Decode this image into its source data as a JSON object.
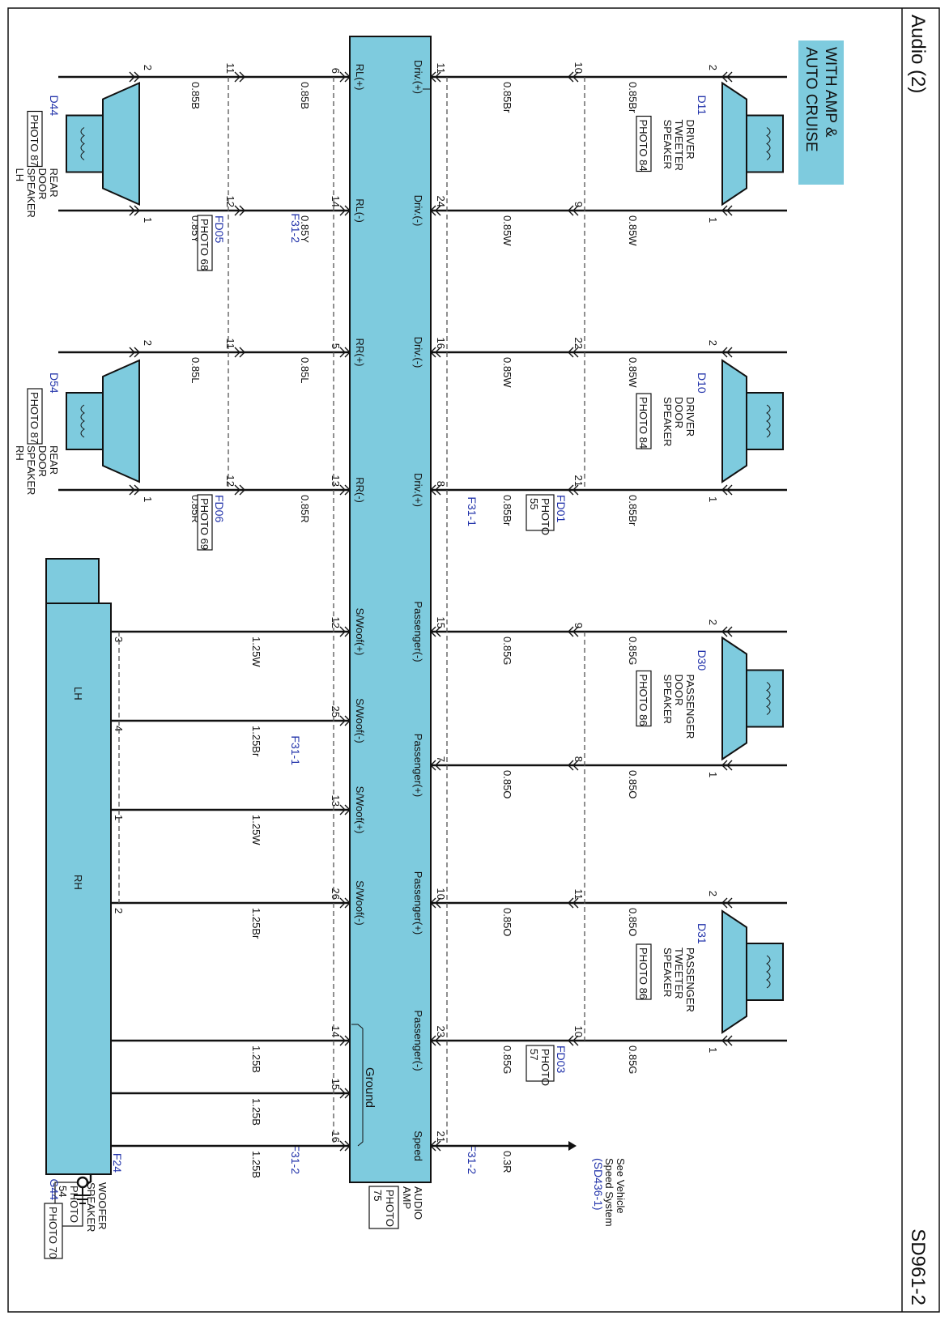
{
  "header": {
    "title": "Audio (2)",
    "code": "SD961-2"
  },
  "badge": {
    "line1": "WITH AMP &",
    "line2": "AUTO CRUISE",
    "color": "#7ecbde"
  },
  "amp": {
    "label1": "AUDIO",
    "label2": "AMP",
    "photo": "PHOTO",
    "photo_num": "75",
    "pins": [
      "Driv.(+)",
      "Driv.(-)",
      "Driv.(-)",
      "Driv.(+)",
      "Passenger(-)",
      "Passenger(+)",
      "Passenger(+)",
      "Passenger(-)",
      "Speed"
    ],
    "pins_left": [
      "RL(+)",
      "RL(-)",
      "RR(+)",
      "RR(-)",
      "S/Woof(+)",
      "S/Woof(-)",
      "S/Woof(+)",
      "S/Woof(-)"
    ],
    "ground": "Ground",
    "connectors": {
      "top_a": "F31-2",
      "top_b": "F31-1",
      "top_c": "F31-2",
      "bot_a": "F31-1",
      "bot_b": "F31-2"
    },
    "pin_numbers_top": [
      "11",
      "24",
      "16",
      "8",
      "15",
      "7",
      "10",
      "23",
      "21"
    ],
    "pin_numbers_bottom": [
      "6",
      "14",
      "5",
      "13",
      "12",
      "25",
      "13",
      "26",
      "14",
      "15",
      "16"
    ]
  },
  "speakers_top": [
    {
      "name": [
        "DRIVER",
        "TWEETER",
        "SPEAKER"
      ],
      "photo": "PHOTO 84",
      "conn": "D11",
      "pin1": "1",
      "pin2": "2"
    },
    {
      "name": [
        "DRIVER",
        "DOOR",
        "SPEAKER"
      ],
      "photo": "PHOTO 84",
      "conn": "D10",
      "pin1": "1",
      "pin2": "2"
    },
    {
      "name": [
        "PASSENGER",
        "DOOR",
        "SPEAKER"
      ],
      "photo": "PHOTO 86",
      "conn": "D30",
      "pin1": "1",
      "pin2": "2"
    },
    {
      "name": [
        "PASSENGER",
        "TWEETER",
        "SPEAKER"
      ],
      "photo": "PHOTO 86",
      "conn": "D31",
      "pin1": "1",
      "pin2": "2"
    }
  ],
  "speakers_bottom": [
    {
      "name": [
        "REAR",
        "DOOR",
        "SPEAKER",
        "LH"
      ],
      "photo": "PHOTO 87",
      "conn": "D44",
      "pin1": "1",
      "pin2": "2"
    },
    {
      "name": [
        "REAR",
        "DOOR",
        "SPEAKER",
        "RH"
      ],
      "photo": "PHOTO 87",
      "conn": "D54",
      "pin1": "1",
      "pin2": "2"
    }
  ],
  "top_wires": {
    "upper": [
      "0.85Br",
      "0.85W",
      "0.85W",
      "0.85Br",
      "0.85G",
      "0.85O",
      "0.85O",
      "0.85G"
    ],
    "lower": [
      "0.85Br",
      "0.85W",
      "0.85W",
      "0.85Br",
      "0.85G",
      "0.85O",
      "0.85O",
      "0.85G"
    ],
    "inline_pins": [
      "10",
      "9",
      "22",
      "21",
      "9",
      "8",
      "11",
      "10"
    ],
    "speed_wire": "0.3R"
  },
  "top_inline": [
    {
      "conn": "FD01",
      "photo_l1": "PHOTO",
      "photo_l2": "55"
    },
    {
      "conn": "FD03",
      "photo_l1": "PHOTO",
      "photo_l2": "57"
    }
  ],
  "speed_ref": {
    "line1": "See Vehicle",
    "line2": "Speed System",
    "line3": "(SD436-1)"
  },
  "bottom_wires": {
    "amp_side": [
      "0.85B",
      "0.85Y",
      "0.85L",
      "0.85R",
      "1.25W",
      "1.25Br",
      "1.25W",
      "1.25Br",
      "1.25B",
      "1.25B",
      "1.25B"
    ],
    "speaker_side": [
      "0.85B",
      "0.85Y",
      "0.85L",
      "0.85R"
    ],
    "inline_pins": [
      "11",
      "12",
      "11",
      "12"
    ]
  },
  "bottom_inline": [
    {
      "conn": "FD05",
      "photo": "PHOTO 68"
    },
    {
      "conn": "FD06",
      "photo": "PHOTO 69"
    }
  ],
  "woofer": {
    "name": [
      "WOOFER",
      "SPEAKER"
    ],
    "photo_l1": "PHOTO",
    "photo_l2": "54",
    "conn": "F24",
    "pins": [
      "3",
      "4",
      "1",
      "2"
    ],
    "lh": "LH",
    "rh": "RH",
    "plus": "+",
    "minus": "-"
  },
  "ground": {
    "conn": "G44",
    "photo": "PHOTO 70"
  }
}
